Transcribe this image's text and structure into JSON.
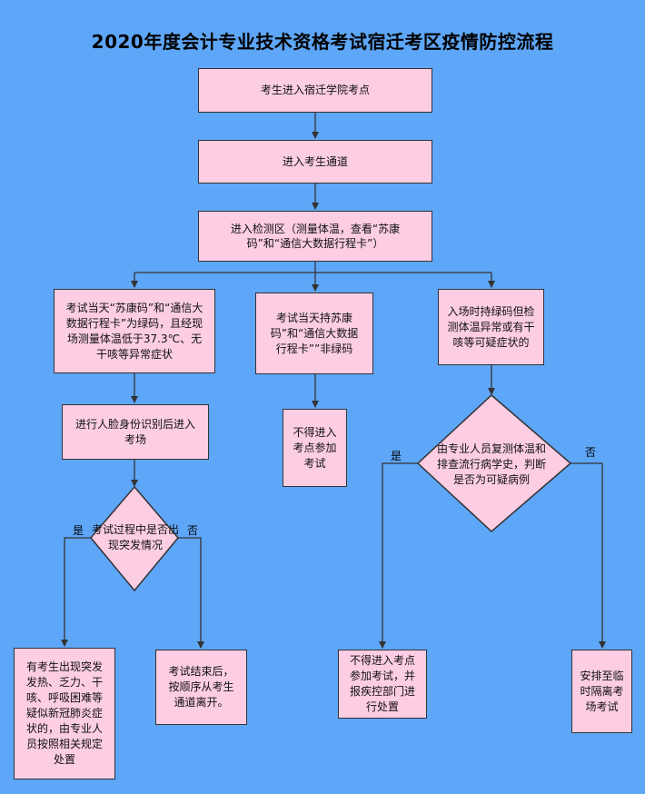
{
  "title": "2020年度会计专业技术资格考试宿迁考区疫情防控流程",
  "colors": {
    "background": "#5ea6f7",
    "node_fill": "#fccde3",
    "stroke": "#333333"
  },
  "nodes": {
    "enter_site": "考生进入宿迁学院考点",
    "enter_channel": "进入考生通道",
    "detect_area": "进入检测区（测量体温，查看“苏康码”和“通信大数据行程卡”）",
    "green_code": "考试当天“苏康码”和“通信大数据行程卡”为绿码，且经现场测量体温低于37.3℃、无干咳等异常症状",
    "non_green": "考试当天持苏康码”和“通信大数据行程卡””非绿码",
    "green_but_abnormal": "入场时持绿码但检测体温异常或有干咳等可疑症状的",
    "face_id": "进行人脸身份识别后进入考场",
    "emergency_q": "考试过程中是否出现突发情况",
    "recheck_q": "由专业人员复测体温和排查流行病学史，判断是否为可疑病例",
    "no_entry_1": "不得进入考点参加考试",
    "symptoms_handle": "有考生出现突发发热、乏力、干咳、呼吸困难等疑似新冠肺炎症状的，由专业人员按照相关规定处置",
    "leave_order": "考试结束后，按顺序从考生通道离开。",
    "no_entry_report": "不得进入考点参加考试，并报疾控部门进行处置",
    "isolation": "安排至临时隔离考场考试"
  },
  "labels": {
    "yes": "是",
    "no": "否"
  }
}
